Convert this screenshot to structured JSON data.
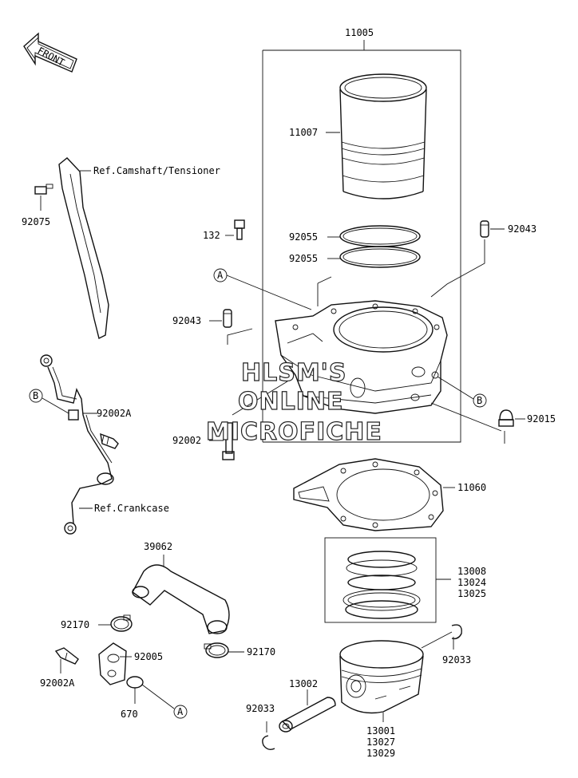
{
  "watermark": {
    "line1": "HLSM'S",
    "line2": "ONLINE",
    "line3": "MICROFICHE"
  },
  "front_label": "FRONT",
  "callouts": {
    "a": "A",
    "b": "B"
  },
  "labels": {
    "p11005": "11005",
    "p11007": "11007",
    "ref_camshaft": "Ref.Camshaft/Tensioner",
    "p92075": "92075",
    "p132": "132",
    "p92055_a": "92055",
    "p92055_b": "92055",
    "p92043_r": "92043",
    "p92043_l": "92043",
    "p92002a_top": "92002A",
    "p92002": "92002",
    "p92015": "92015",
    "ref_crankcase": "Ref.Crankcase",
    "p11060": "11060",
    "p39062": "39062",
    "p13008": "13008",
    "p13024": "13024",
    "p13025": "13025",
    "p92170_l": "92170",
    "p92005": "92005",
    "p92170_r": "92170",
    "p92002a_bot": "92002A",
    "p670": "670",
    "p92033_r": "92033",
    "p13002": "13002",
    "p92033_l": "92033",
    "p13001": "13001",
    "p13027": "13027",
    "p13029": "13029"
  }
}
